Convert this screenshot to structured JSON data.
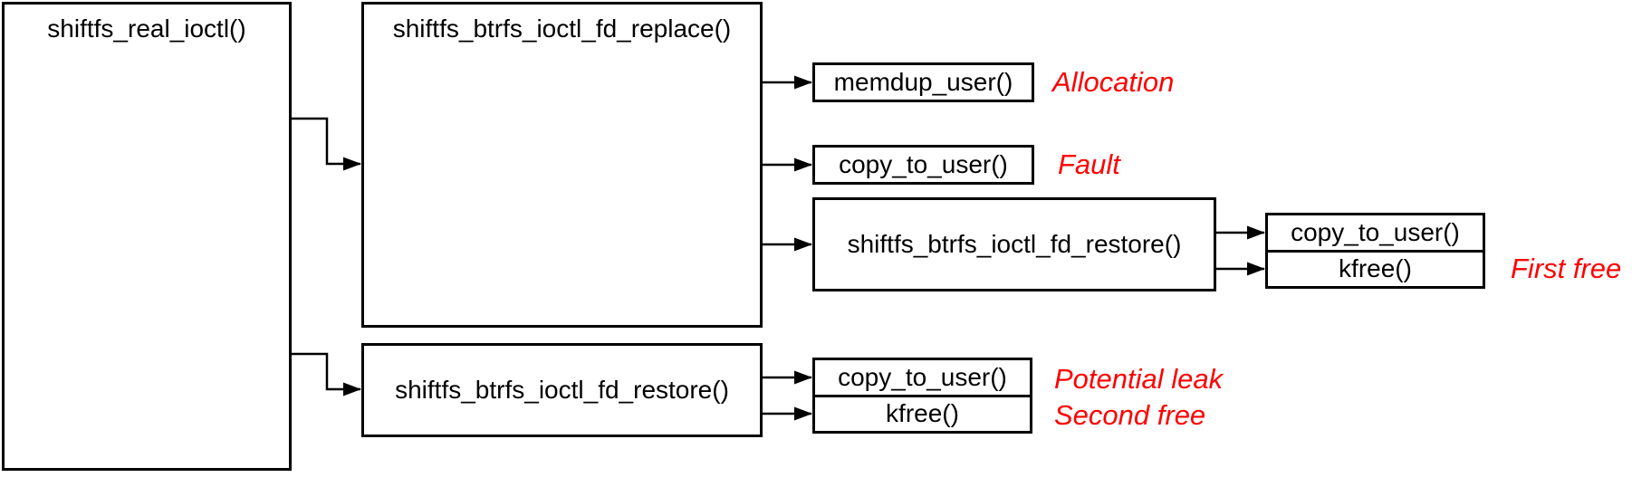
{
  "diagram": {
    "colors": {
      "background": "#ffffff",
      "line": "#000000",
      "annotation": "#ff0000"
    },
    "nodes": {
      "real_ioctl": {
        "label": "shiftfs_real_ioctl()"
      },
      "fd_replace": {
        "label": "shiftfs_btrfs_ioctl_fd_replace()"
      },
      "memdup_user": {
        "label": "memdup_user()"
      },
      "copy_to_user_1": {
        "label": "copy_to_user()"
      },
      "fd_restore_1": {
        "label": "shiftfs_btrfs_ioctl_fd_restore()"
      },
      "copy_to_user_2": {
        "label": "copy_to_user()"
      },
      "kfree_1": {
        "label": "kfree()"
      },
      "fd_restore_2": {
        "label": "shiftfs_btrfs_ioctl_fd_restore()"
      },
      "copy_to_user_3": {
        "label": "copy_to_user()"
      },
      "kfree_2": {
        "label": "kfree()"
      }
    },
    "annotations": {
      "allocation": {
        "label": "Allocation"
      },
      "fault": {
        "label": "Fault"
      },
      "first_free": {
        "label": "First free"
      },
      "potential_leak": {
        "label": "Potential leak"
      },
      "second_free": {
        "label": "Second free"
      }
    }
  }
}
